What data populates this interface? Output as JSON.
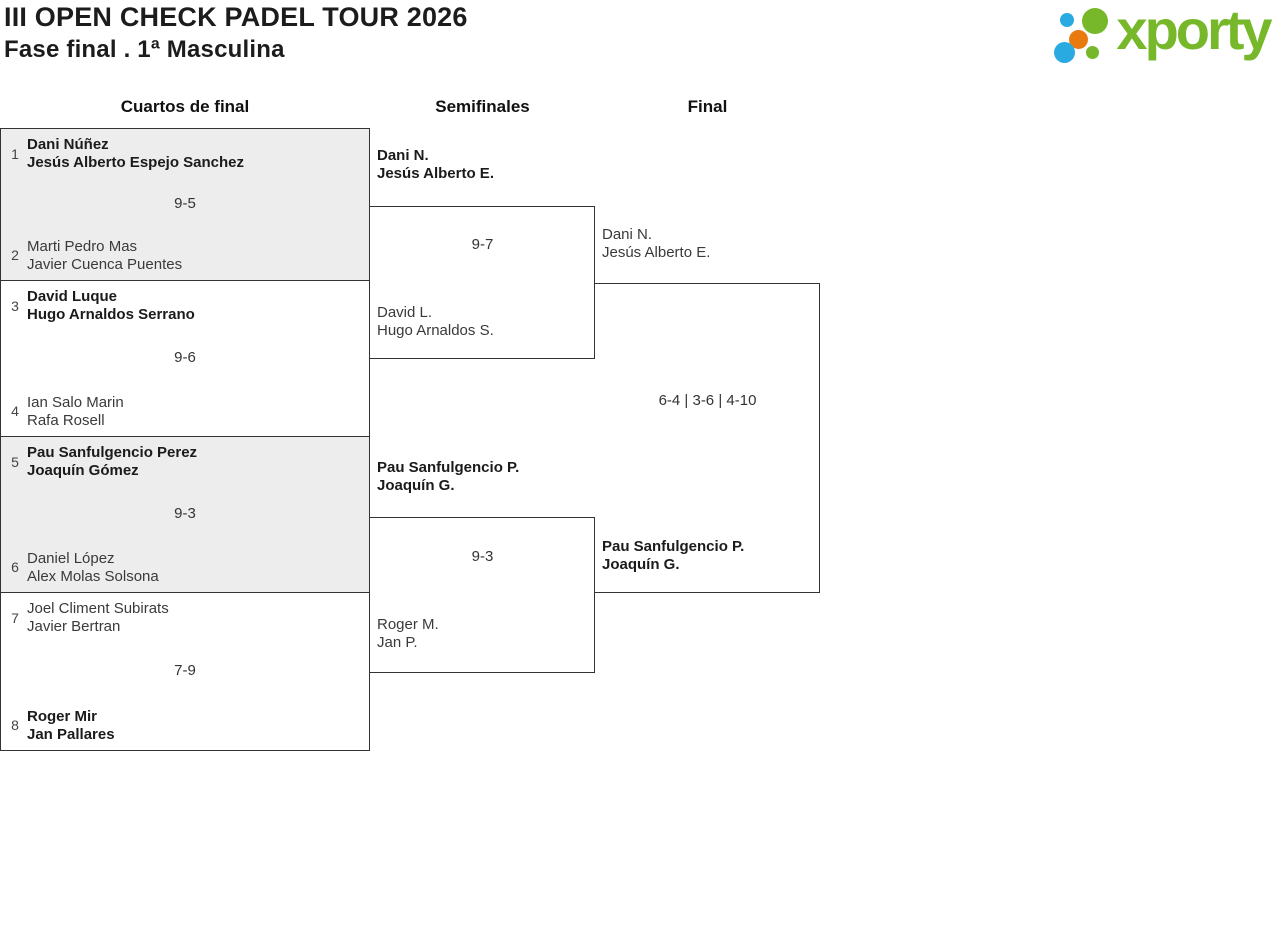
{
  "header": {
    "title": "III OPEN CHECK PADEL TOUR 2026",
    "subtitle": "Fase final . 1ª Masculina"
  },
  "logo": {
    "wordmark": "xporty",
    "colors": {
      "green": "#76b82a",
      "blue": "#29abe2",
      "orange": "#e87a10"
    }
  },
  "rounds": {
    "quarterfinals": "Cuartos de final",
    "semifinals": "Semifinales",
    "final": "Final"
  },
  "bracket": {
    "quarterfinals": [
      {
        "seed_top": "1",
        "top_line1": "Dani Núñez",
        "top_line2": "Jesús Alberto Espejo Sanchez",
        "score": "9-5",
        "seed_bottom": "2",
        "bottom_line1": "Marti Pedro Mas",
        "bottom_line2": "Javier Cuenca Puentes",
        "winner": "top"
      },
      {
        "seed_top": "3",
        "top_line1": "David Luque",
        "top_line2": "Hugo Arnaldos Serrano",
        "score": "9-6",
        "seed_bottom": "4",
        "bottom_line1": "Ian Salo Marin",
        "bottom_line2": "Rafa Rosell",
        "winner": "top"
      },
      {
        "seed_top": "5",
        "top_line1": "Pau Sanfulgencio Perez",
        "top_line2": "Joaquín Gómez",
        "score": "9-3",
        "seed_bottom": "6",
        "bottom_line1": "Daniel López",
        "bottom_line2": "Alex Molas Solsona",
        "winner": "top"
      },
      {
        "seed_top": "7",
        "top_line1": "Joel Climent Subirats",
        "top_line2": "Javier Bertran",
        "score": "7-9",
        "seed_bottom": "8",
        "bottom_line1": "Roger Mir",
        "bottom_line2": "Jan Pallares",
        "winner": "bottom"
      }
    ],
    "semifinals": [
      {
        "top_line1": "Dani N.",
        "top_line2": "Jesús Alberto E.",
        "score": "9-7",
        "bottom_line1": "David L.",
        "bottom_line2": "Hugo Arnaldos S.",
        "winner": "top"
      },
      {
        "top_line1": "Pau Sanfulgencio P.",
        "top_line2": "Joaquín G.",
        "score": "9-3",
        "bottom_line1": "Roger M.",
        "bottom_line2": "Jan P.",
        "winner": "top"
      }
    ],
    "final": {
      "top_line1": "Dani N.",
      "top_line2": "Jesús Alberto E.",
      "score": "6-4 | 3-6 | 4-10",
      "bottom_line1": "Pau Sanfulgencio P.",
      "bottom_line2": "Joaquín G.",
      "winner": "bottom"
    }
  }
}
